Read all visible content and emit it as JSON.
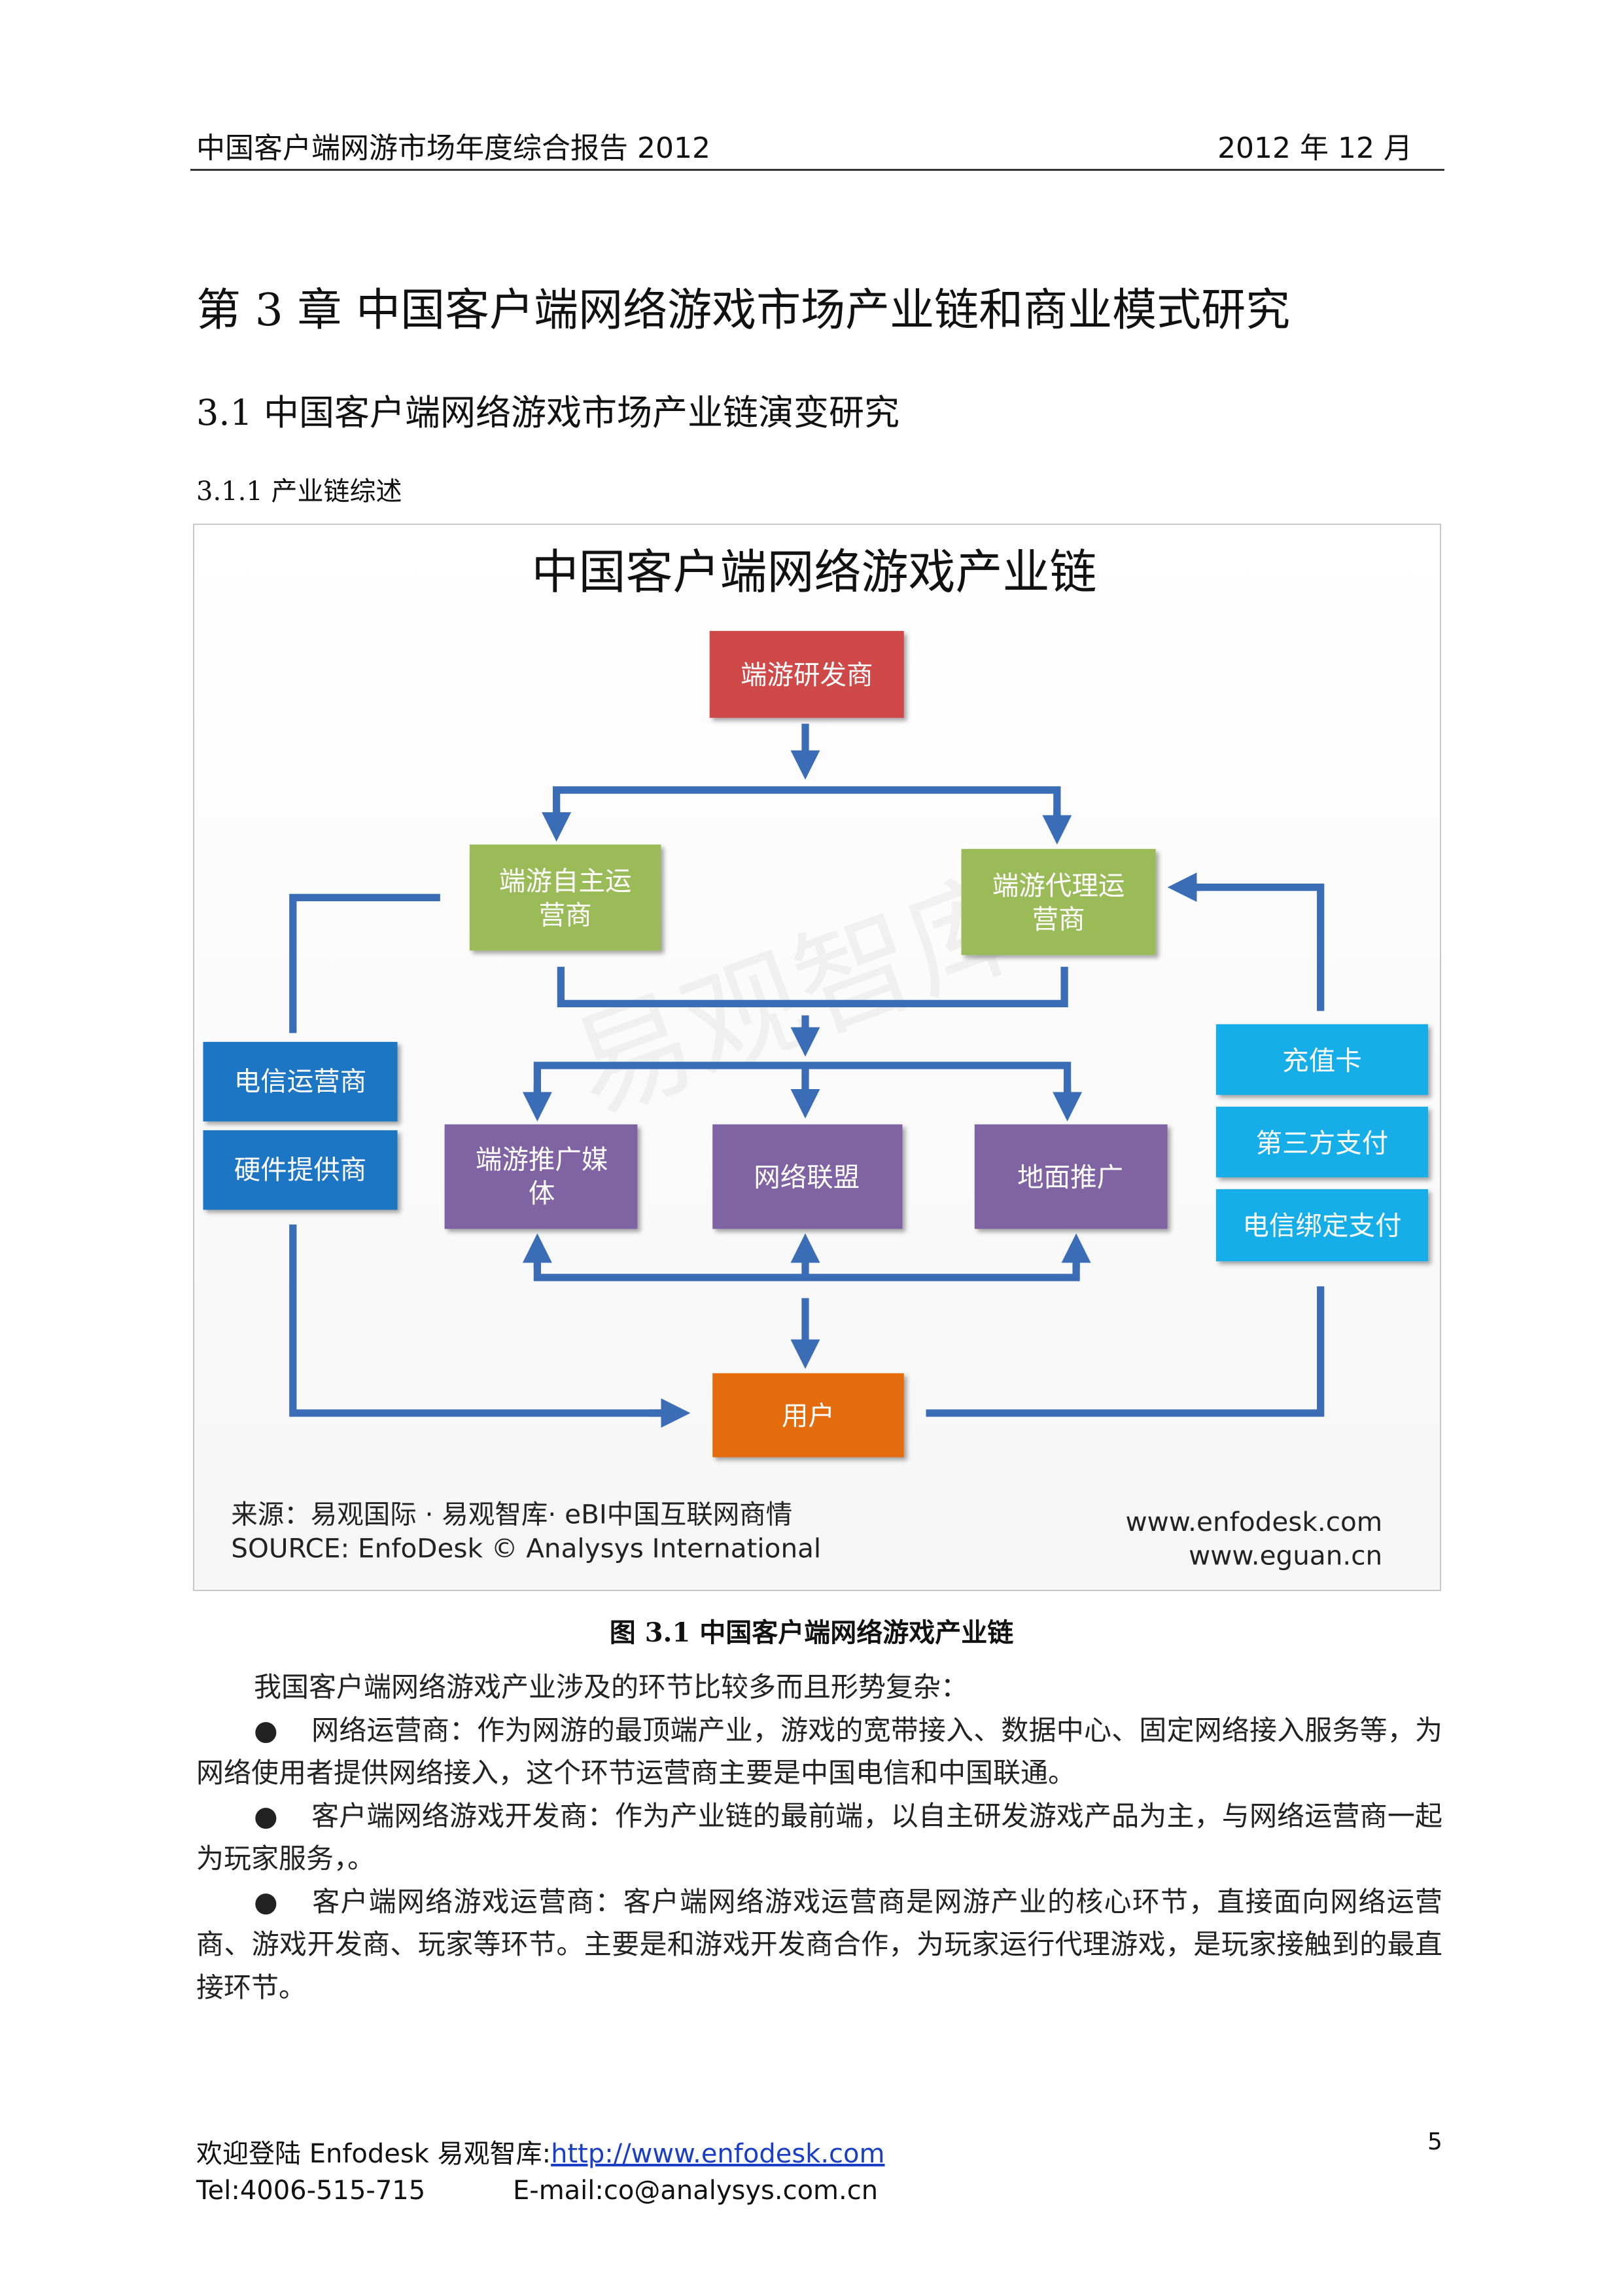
{
  "header": {
    "title": "中国客户端网游市场年度综合报告 2012",
    "date": "2012 年 12 月"
  },
  "chapter_title": "第 3 章  中国客户端网络游戏市场产业链和商业模式研究",
  "section_title": "3.1  中国客户端网络游戏市场产业链演变研究",
  "subsection_title": "3.1.1  产业链综述",
  "diagram": {
    "title": "中国客户端网络游戏产业链",
    "developer": "端游研发商",
    "self_operator": [
      "端游自主运",
      "营商"
    ],
    "agent_operator": [
      "端游代理运",
      "营商"
    ],
    "promo_media": [
      "端游推广媒",
      "体"
    ],
    "network_alliance": "网络联盟",
    "ground_promo": "地面推广",
    "user": "用户",
    "telecom_operator": "电信运营商",
    "hardware_provider": "硬件提供商",
    "recharge_card": "充值卡",
    "third_party_payment": "第三方支付",
    "telecom_payment": "电信绑定支付",
    "watermark": "易观智库",
    "source_cn": "来源：易观国际 · 易观智库· eBI中国互联网商情",
    "source_en": "SOURCE: EnfoDesk © Analysys International",
    "url1": "www.enfodesk.com",
    "url2": "www.eguan.cn",
    "colors": {
      "red": "#cf4a4a",
      "green": "#9bbb59",
      "purple": "#8064a2",
      "orange": "#e46c0a",
      "blue": "#1b76c4",
      "cyan": "#19aee8",
      "line": "#3a6db5"
    }
  },
  "caption": "图 3.1  中国客户端网络游戏产业链",
  "body": {
    "intro": "我国客户端网络游戏产业涉及的环节比较多而且形势复杂：",
    "bullets": [
      "网络运营商：作为网游的最顶端产业，游戏的宽带接入、数据中心、固定网络接入服务等，为网络使用者提供网络接入，这个环节运营商主要是中国电信和中国联通。",
      "客户端网络游戏开发商：作为产业链的最前端，以自主研发游戏产品为主，与网络运营商一起为玩家服务，。",
      "客户端网络游戏运营商：客户端网络游戏运营商是网游产业的核心环节，直接面向网络运营商、游戏开发商、玩家等环节。主要是和游戏开发商合作，为玩家运行代理游戏，是玩家接触到的最直接环节。"
    ],
    "bullet_symbol": "●"
  },
  "footer": {
    "welcome": "欢迎登陆 Enfodesk  易观智库:",
    "link": "http://www.enfodesk.com",
    "tel": "Tel:4006-515-715",
    "email": "E-mail:co@analysys.com.cn",
    "page_number": "5"
  }
}
